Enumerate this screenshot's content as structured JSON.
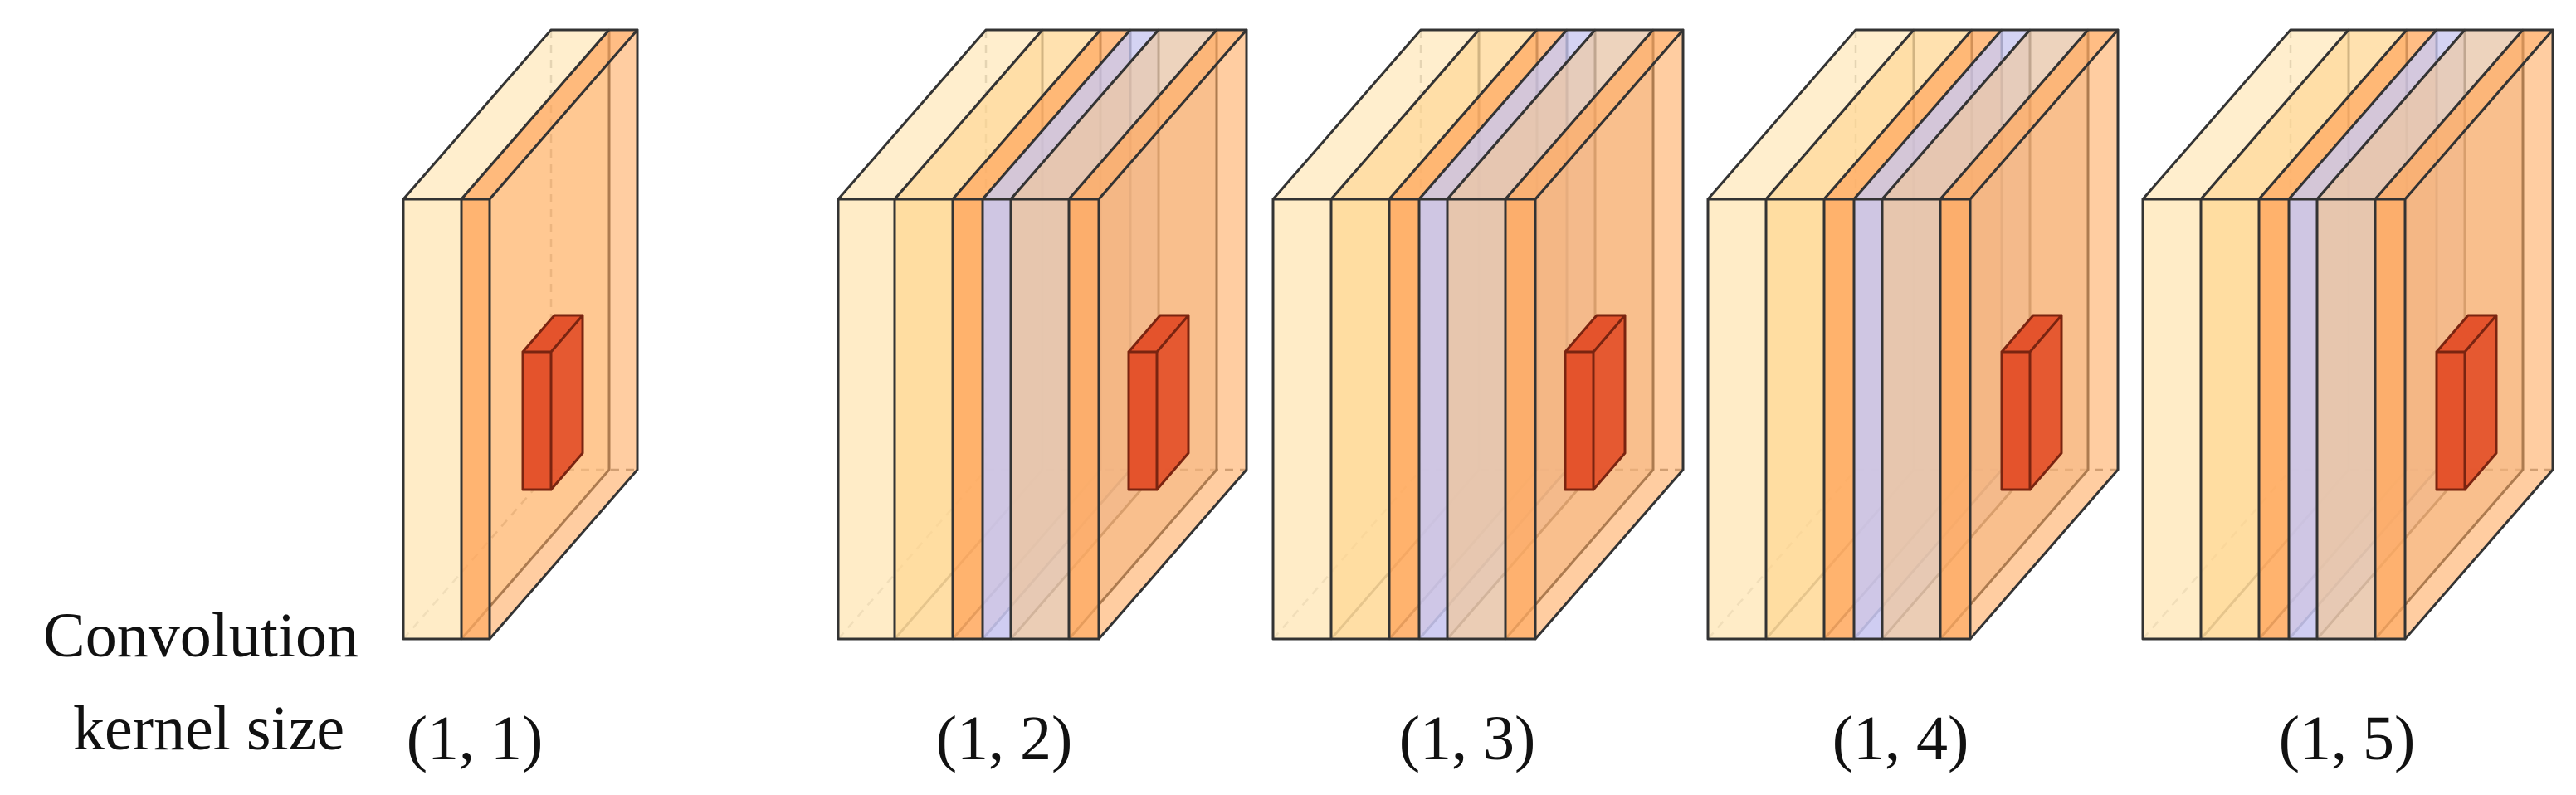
{
  "caption_lines": [
    "Convolution",
    "kernel size"
  ],
  "kernels": [
    {
      "label": "(1, 1)",
      "layers": [
        "cream",
        "orange"
      ]
    },
    {
      "label": "(1, 2)",
      "layers": [
        "cream",
        "cream",
        "orange",
        "purple",
        "beige",
        "orange"
      ]
    },
    {
      "label": "(1, 3)",
      "layers": [
        "cream",
        "cream",
        "orange",
        "purple",
        "beige",
        "orange"
      ]
    },
    {
      "label": "(1, 4)",
      "layers": [
        "cream",
        "cream",
        "orange",
        "purple",
        "beige",
        "orange"
      ]
    },
    {
      "label": "(1, 5)",
      "layers": [
        "cream",
        "cream",
        "orange",
        "purple",
        "beige",
        "orange"
      ]
    }
  ],
  "colors": {
    "cream": "#ffe9bf",
    "light_orange": "#ffd998",
    "orange": "#ffab62",
    "purple": "#c8c6f0",
    "beige": "#e8c6ab",
    "red_kernel": "#e4532c",
    "edge": "#333333",
    "hidden_edge": "#8a8a8a"
  }
}
